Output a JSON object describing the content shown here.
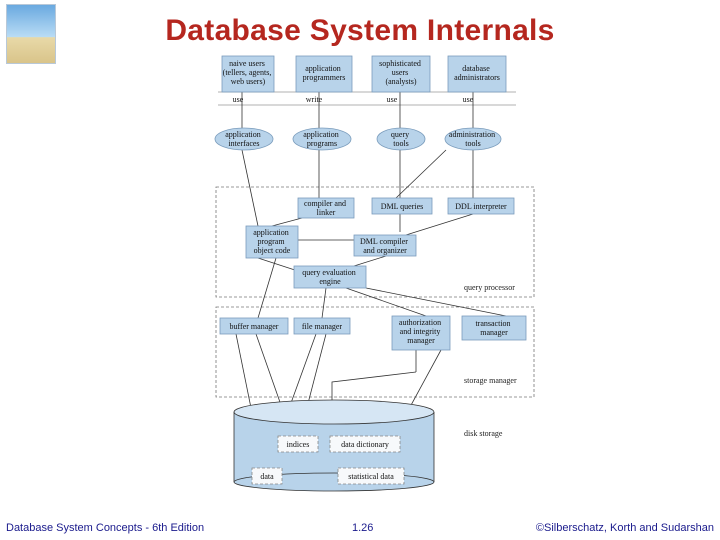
{
  "slide": {
    "title": "Database System Internals",
    "footer_left": "Database System Concepts - 6th Edition",
    "footer_center": "1.26",
    "footer_right": "©Silberschatz, Korth and Sudarshan"
  },
  "diagram": {
    "users": [
      {
        "lines": [
          "naive users",
          "(tellers, agents,",
          "web users)"
        ]
      },
      {
        "lines": [
          "application",
          "programmers"
        ]
      },
      {
        "lines": [
          "sophisticated",
          "users",
          "(analysts)"
        ]
      },
      {
        "lines": [
          "database",
          "administrators"
        ]
      }
    ],
    "user_actions": [
      "use",
      "write",
      "use",
      "use"
    ],
    "tools": [
      {
        "lines": [
          "application",
          "interfaces"
        ]
      },
      {
        "lines": [
          "application",
          "programs"
        ]
      },
      {
        "lines": [
          "query",
          "tools"
        ]
      },
      {
        "lines": [
          "administration",
          "tools"
        ]
      }
    ],
    "processor_boxes": {
      "compiler": [
        "compiler and",
        "linker"
      ],
      "dml_queries": [
        "DML queries"
      ],
      "ddl_interpreter": [
        "DDL interpreter"
      ],
      "object_code": [
        "application",
        "program",
        "object code"
      ],
      "dml_compiler": [
        "DML compiler",
        "and organizer"
      ],
      "query_engine": [
        "query evaluation",
        "engine"
      ]
    },
    "storage_boxes": {
      "buffer_manager": [
        "buffer manager"
      ],
      "file_manager": [
        "file manager"
      ],
      "auth_manager": [
        "authorization",
        "and integrity",
        "manager"
      ],
      "transaction_manager": [
        "transaction",
        "manager"
      ]
    },
    "disk_boxes": {
      "indices": [
        "indices"
      ],
      "data_dictionary": [
        "data dictionary"
      ],
      "data": [
        "data"
      ],
      "statistical_data": [
        "statistical data"
      ]
    },
    "section_labels": {
      "query_processor": "query processor",
      "storage_manager": "storage manager",
      "disk_storage": "disk storage"
    }
  }
}
